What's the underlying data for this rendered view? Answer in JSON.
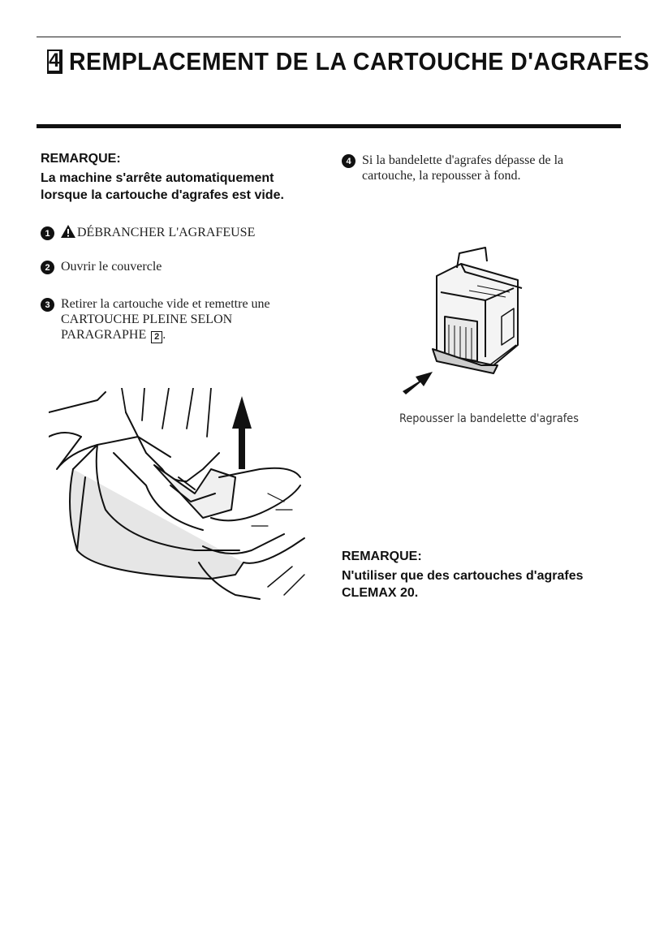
{
  "header": {
    "section_number": "4",
    "title": "REMPLACEMENT DE LA CARTOUCHE D'AGRAFES"
  },
  "note_top": {
    "title": "REMARQUE:",
    "body": "La machine s'arrête automatiquement lorsque la cartouche d'agrafes est vide."
  },
  "steps": [
    {
      "number": "1",
      "text": "DÉBRANCHER L'AGRAFEUSE",
      "icon": "warning-icon"
    },
    {
      "number": "2",
      "text": "Ouvrir le couvercle"
    },
    {
      "number": "3",
      "text_line1": "Retirer la cartouche vide et remettre une",
      "text_line2": "CARTOUCHE PLEINE SELON",
      "text_line3": "PARAGRAPHE",
      "paragraph_ref": "2",
      "trailing": "."
    },
    {
      "number": "4",
      "text_line1": "Si la bandelette d'agrafes dépasse de la",
      "text_line2": "cartouche, la repousser à fond."
    }
  ],
  "figure_right": {
    "caption": "Repousser la bandelette d'agrafes"
  },
  "note_bottom": {
    "title": "REMARQUE:",
    "body": "N'utiliser que des cartouches d'agrafes CLEMAX 20."
  }
}
